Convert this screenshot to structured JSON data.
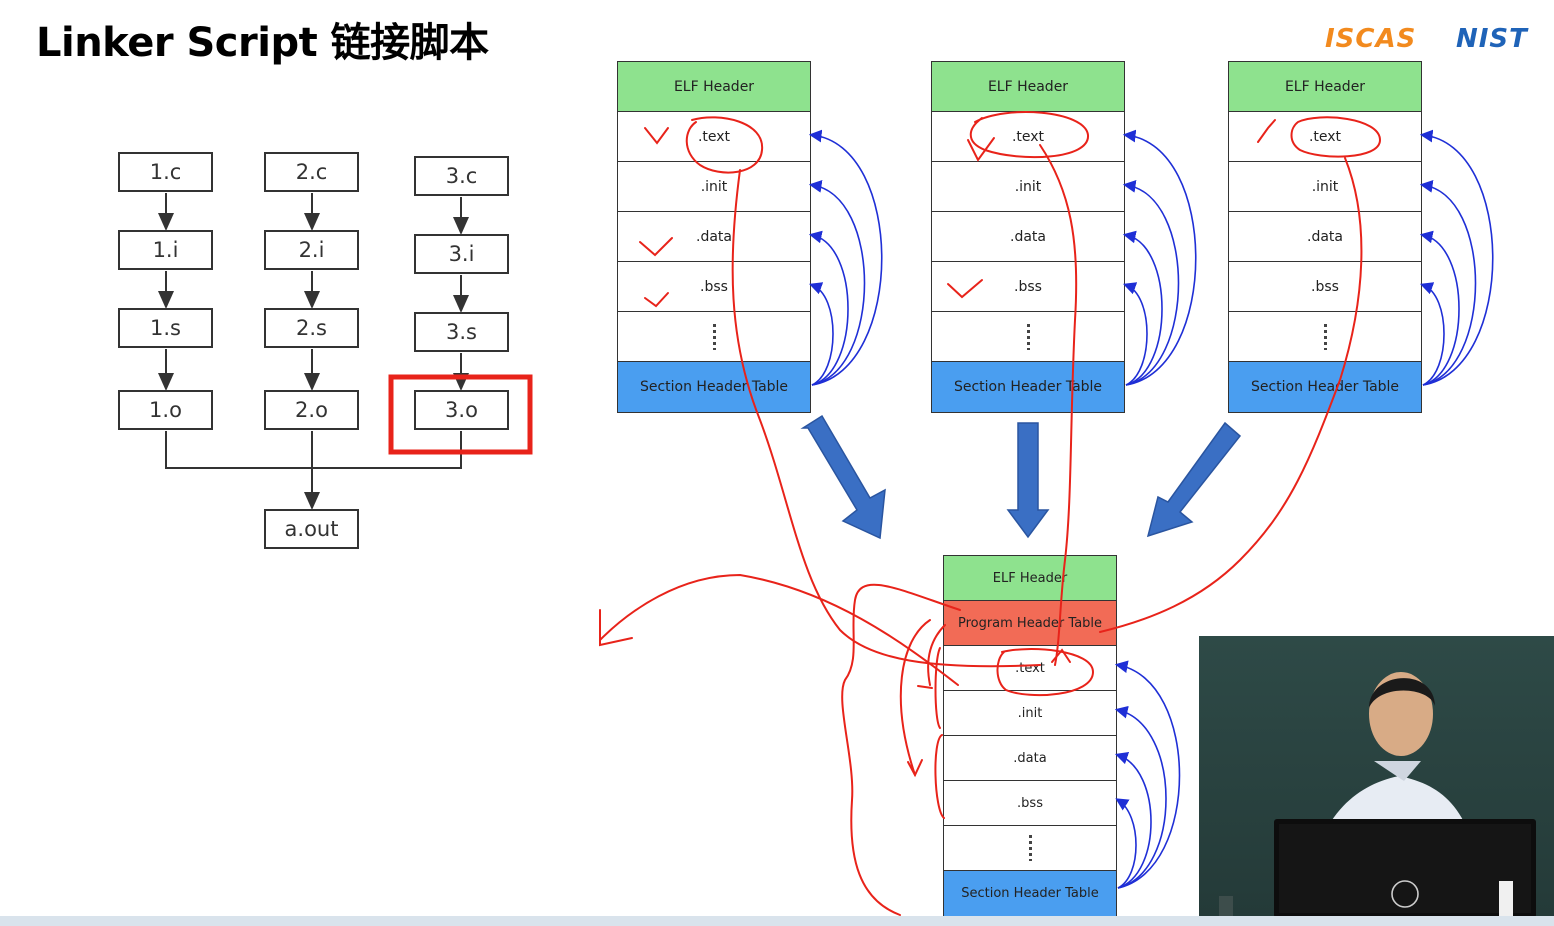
{
  "title": "Linker Script 链接脚本",
  "logos": {
    "iscas": "ISCAS",
    "nist": "NIST"
  },
  "flow": {
    "columns": [
      [
        "1.c",
        "1.i",
        "1.s",
        "1.o"
      ],
      [
        "2.c",
        "2.i",
        "2.s",
        "2.o"
      ],
      [
        "3.c",
        "3.i",
        "3.s",
        "3.o"
      ]
    ],
    "output": "a.out",
    "highlighted": "3.o"
  },
  "input_elfs": [
    {
      "sections": [
        "ELF Header",
        ".text",
        ".init",
        ".data",
        ".bss",
        "",
        "Section Header Table"
      ]
    },
    {
      "sections": [
        "ELF Header",
        ".text",
        ".init",
        ".data",
        ".bss",
        "",
        "Section Header Table"
      ]
    },
    {
      "sections": [
        "ELF Header",
        ".text",
        ".init",
        ".data",
        ".bss",
        "",
        "Section Header Table"
      ]
    }
  ],
  "output_elf": {
    "sections": [
      "ELF Header",
      "Program Header Table",
      ".text",
      ".init",
      ".data",
      ".bss",
      "",
      "Section Header Table"
    ]
  },
  "colors": {
    "header": "#8ee28e",
    "section_table": "#4a9ef0",
    "program_header": "#f26b56",
    "annotation": "#e8231a",
    "pointer_arcs": "#1f2fd6",
    "merge_arrows": "#3a6fc4",
    "highlight_box": "#e8231a"
  }
}
